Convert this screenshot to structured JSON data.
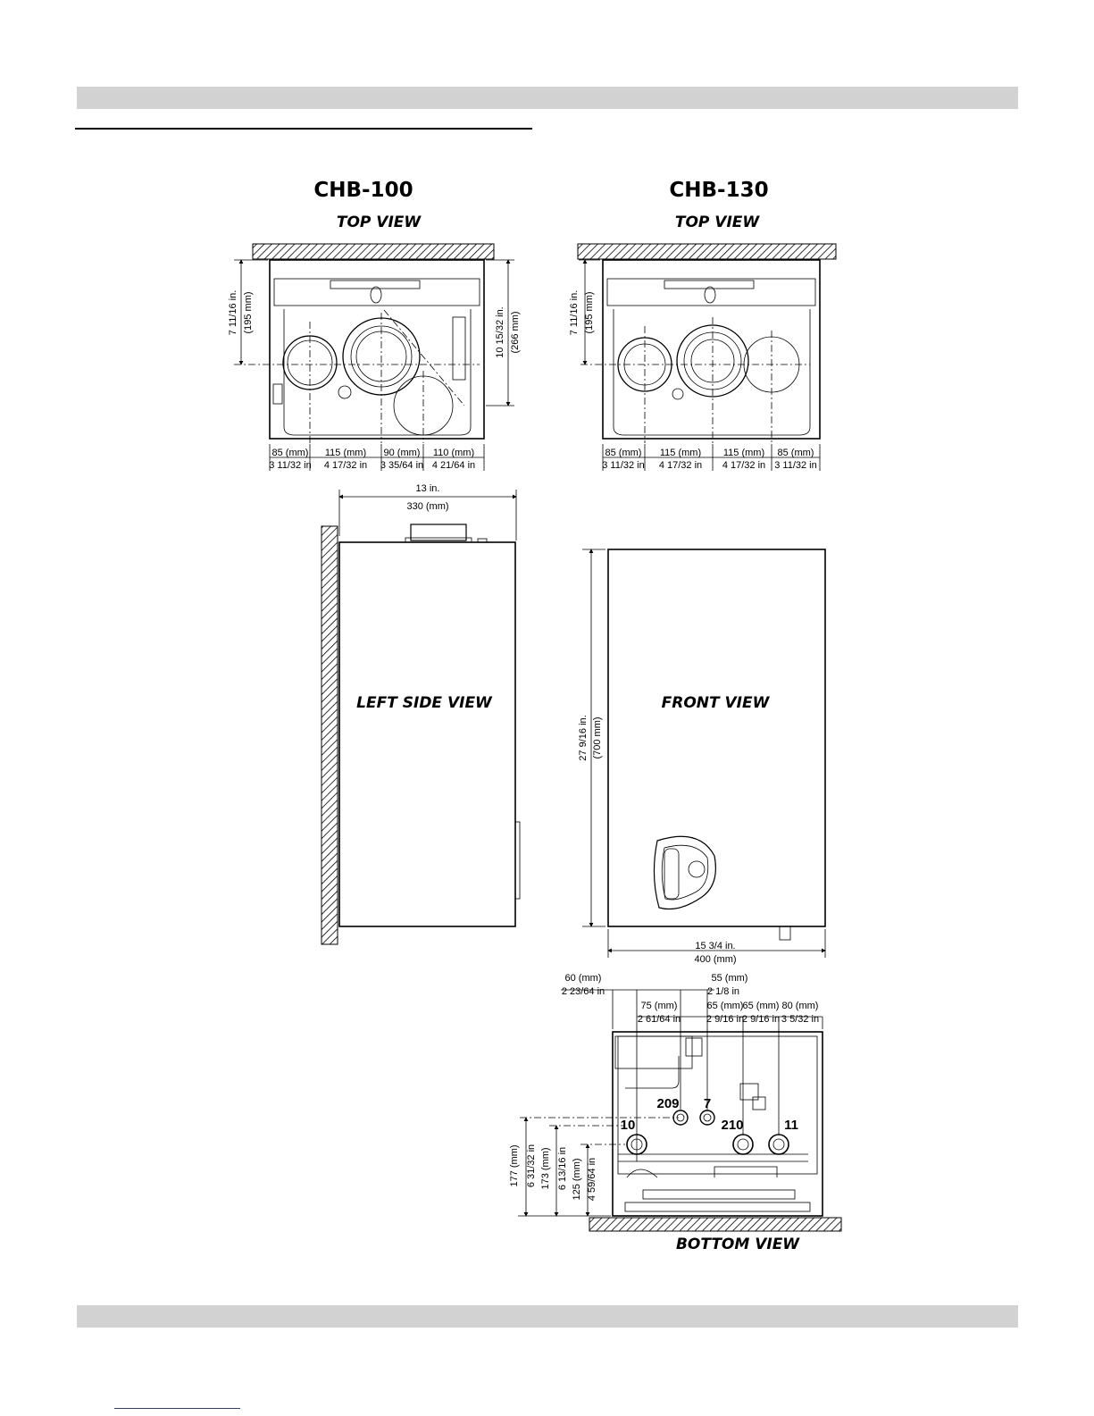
{
  "models": {
    "left": "CHB-100",
    "right": "CHB-130"
  },
  "views": {
    "top_view_left": "TOP VIEW",
    "top_view_right": "TOP VIEW",
    "left_side_view": "LEFT SIDE VIEW",
    "front_view": "FRONT VIEW",
    "bottom_view": "BOTTOM VIEW"
  },
  "chb100_top": {
    "depth_in": "7 11/16 in.",
    "depth_mm": "(195 mm)",
    "depth2_in": "10 15/32 in.",
    "depth2_mm": "(266 mm)",
    "dims": [
      {
        "mm": "85 (mm)",
        "in": "3 11/32 in"
      },
      {
        "mm": "115 (mm)",
        "in": "4 17/32 in"
      },
      {
        "mm": "90 (mm)",
        "in": "3 35/64 in"
      },
      {
        "mm": "110 (mm)",
        "in": "4 21/64 in"
      }
    ]
  },
  "chb130_top": {
    "depth_in": "7 11/16 in.",
    "depth_mm": "(195 mm)",
    "dims": [
      {
        "mm": "85 (mm)",
        "in": "3 11/32 in"
      },
      {
        "mm": "115 (mm)",
        "in": "4 17/32 in"
      },
      {
        "mm": "115 (mm)",
        "in": "4 17/32 in"
      },
      {
        "mm": "85 (mm)",
        "in": "3 11/32 in"
      }
    ]
  },
  "side": {
    "width_in": "13 in.",
    "width_mm": "330 (mm)"
  },
  "front": {
    "height_in": "27 9/16 in.",
    "height_mm": "(700 mm)",
    "width_in": "15 3/4 in.",
    "width_mm": "400 (mm)"
  },
  "bottom": {
    "top_dims": [
      {
        "mm": "60 (mm)",
        "in": "2 23/64 in"
      },
      {
        "mm": "55 (mm)",
        "in": "2 1/8 in"
      },
      {
        "mm": "75 (mm)",
        "in": "2 61/64 in"
      },
      {
        "mm": "65 (mm)",
        "in": "2 9/16 in"
      },
      {
        "mm": "65 (mm)",
        "in": "2 9/16 in"
      },
      {
        "mm": "80 (mm)",
        "in": "3 5/32 in"
      }
    ],
    "side_dims": [
      {
        "mm": "177 (mm)",
        "in": "6 31/32 in"
      },
      {
        "mm": "173 (mm)",
        "in": "6 13/16 in"
      },
      {
        "mm": "125 (mm)",
        "in": "4 59/64 in"
      }
    ],
    "connections": [
      "209",
      "7",
      "10",
      "210",
      "11"
    ]
  }
}
